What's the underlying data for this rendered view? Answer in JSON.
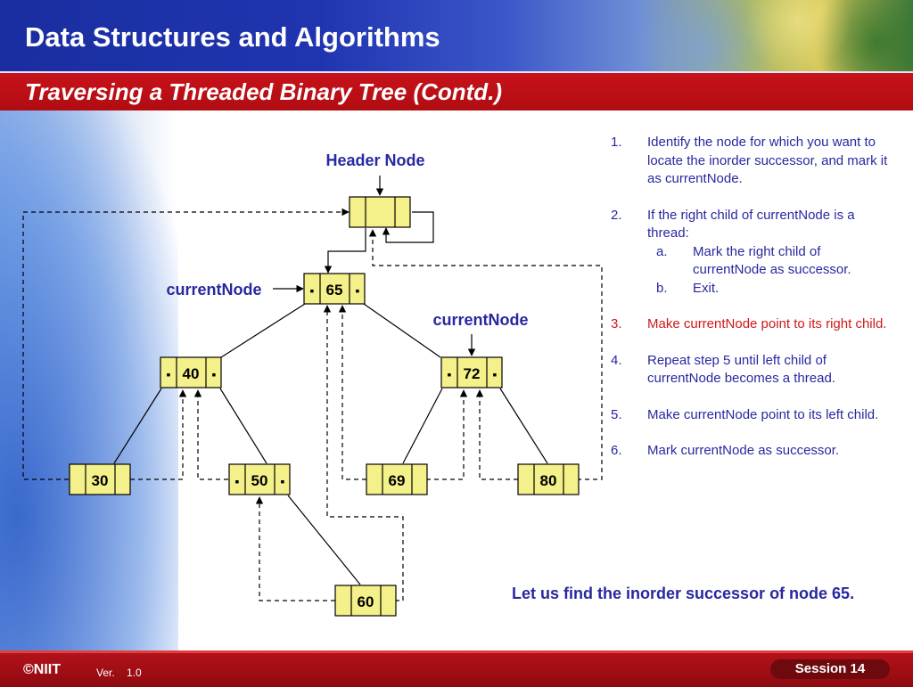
{
  "slide": {
    "title": "Data Structures and Algorithms",
    "subtitle": "Traversing a Threaded Binary Tree (Contd.)"
  },
  "diagram": {
    "header_label": "Header Node",
    "current_label_1": "currentNode",
    "current_label_2": "currentNode",
    "nodes": {
      "n65": "65",
      "n40": "40",
      "n72": "72",
      "n30": "30",
      "n50": "50",
      "n69": "69",
      "n80": "80",
      "n60": "60"
    },
    "bullet": "▪"
  },
  "steps": [
    {
      "num": "1.",
      "text": "Identify the node for which you want to locate the inorder successor, and mark it as currentNode."
    },
    {
      "num": "2.",
      "text": "If the right child of currentNode is a thread:"
    },
    {
      "num": "3.",
      "text": "Make currentNode point to its right child."
    },
    {
      "num": "4.",
      "text": "Repeat step 5 until left child of currentNode becomes a thread."
    },
    {
      "num": "5.",
      "text": "Make currentNode point to its left child."
    },
    {
      "num": "6.",
      "text": "Mark currentNode as successor."
    }
  ],
  "substeps": [
    {
      "num": "a.",
      "text": "Mark the right child of currentNode as successor."
    },
    {
      "num": "b.",
      "text": "Exit."
    }
  ],
  "footer_note": "Let us find the inorder successor of node 65.",
  "footer": {
    "logo": "©NIIT",
    "version_label": "Ver.",
    "version_value": "1.0",
    "session": "Session 14"
  },
  "colors": {
    "accent_blue": "#2828a0",
    "active_red": "#d01818",
    "node_fill": "#f4f08a",
    "title_bar": "#1a2ea0",
    "subtitle_bar": "#c8121a"
  }
}
